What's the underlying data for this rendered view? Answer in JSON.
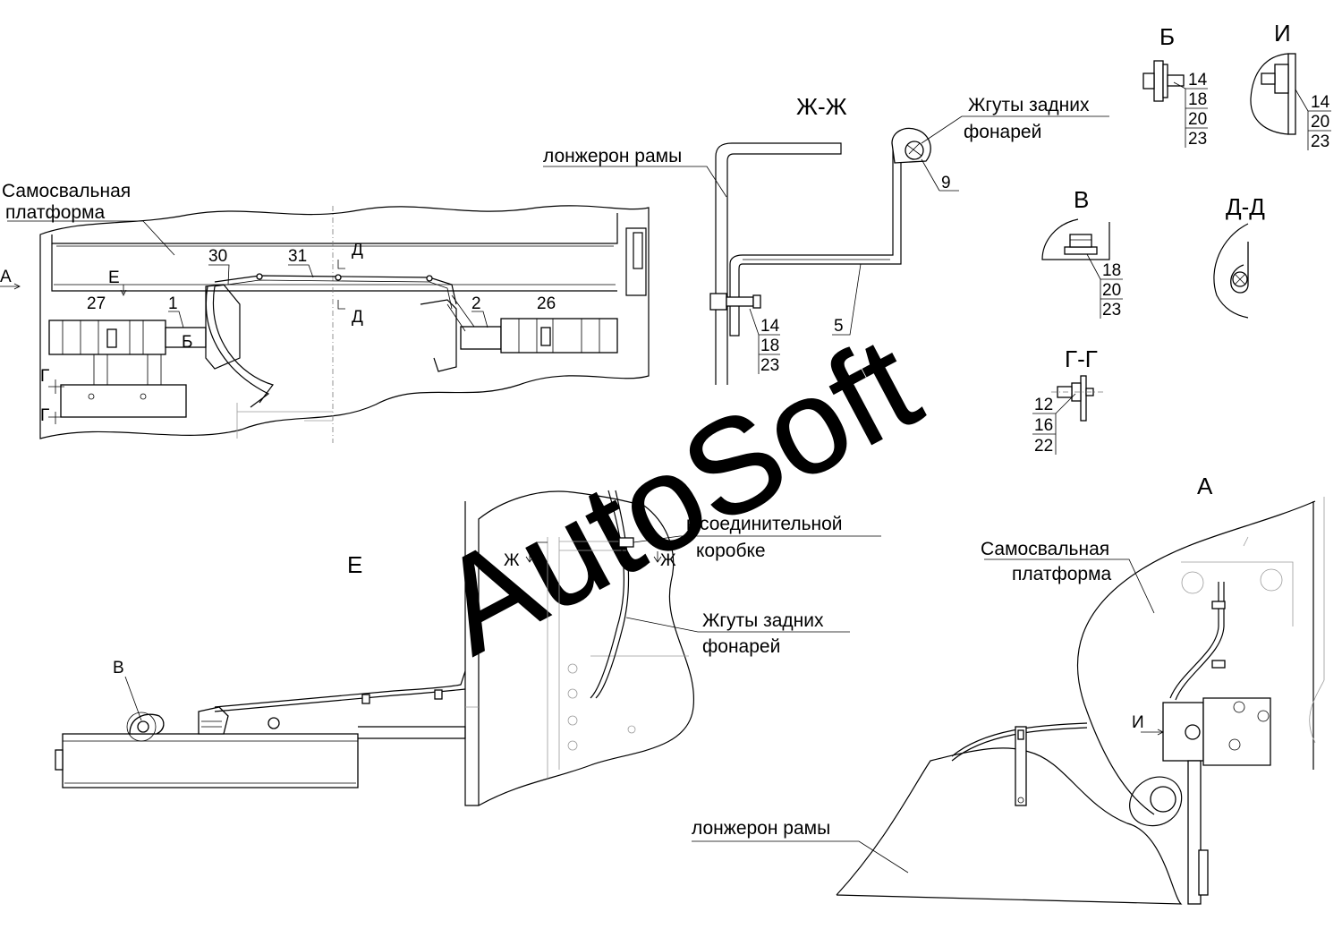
{
  "labels": {
    "platform_1": "Самосвальная",
    "platform_2": "платформа",
    "longeron": "лонжерон рамы",
    "harness_1": "Жгуты задних",
    "harness_2": "фонарей",
    "to_box_1": "к соединительной",
    "to_box_2": "коробке"
  },
  "sections": {
    "zh_zh": "Ж-Ж",
    "b": "Б",
    "i": "И",
    "v": "В",
    "d_d": "Д-Д",
    "g_g": "Г-Г",
    "a": "А",
    "e": "Е"
  },
  "marks": {
    "a": "А",
    "e": "Е",
    "d": "Д",
    "g": "Г",
    "b": "Б",
    "zh": "Ж",
    "i": "И",
    "v": "В"
  },
  "callouts": {
    "p1": "1",
    "p2": "2",
    "p5": "5",
    "p9": "9",
    "p12": "12",
    "p14": "14",
    "p16": "16",
    "p18": "18",
    "p20": "20",
    "p22": "22",
    "p23": "23",
    "p26": "26",
    "p27": "27",
    "p30": "30",
    "p31": "31"
  },
  "watermark": "AutoSoft"
}
